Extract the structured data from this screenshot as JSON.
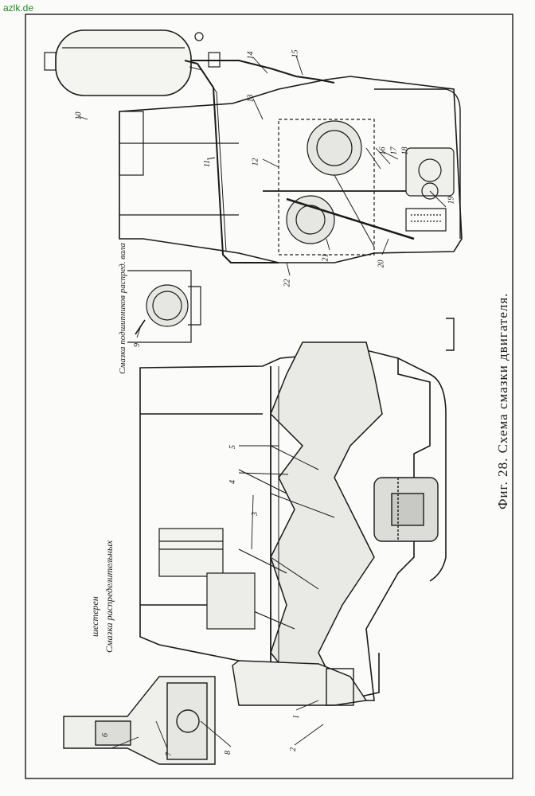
{
  "watermark": "azlk.de",
  "caption": "Фиг. 28. Схема смазки двигателя.",
  "inset_labels": {
    "timing_gears_line1": "Смазка распределительных",
    "timing_gears_line2": "шестерен",
    "camshaft_bearing": "Смазка подшипников распред. вала"
  },
  "callouts": [
    "1",
    "2",
    "3",
    "4",
    "5",
    "6",
    "7",
    "8",
    "9",
    "10",
    "11",
    "12",
    "13",
    "14",
    "15",
    "16",
    "17",
    "18",
    "19",
    "20",
    "21",
    "22"
  ],
  "colors": {
    "ink": "#1a1a1a",
    "paper": "#fbfbf9",
    "watermark": "#1f8a1f"
  }
}
